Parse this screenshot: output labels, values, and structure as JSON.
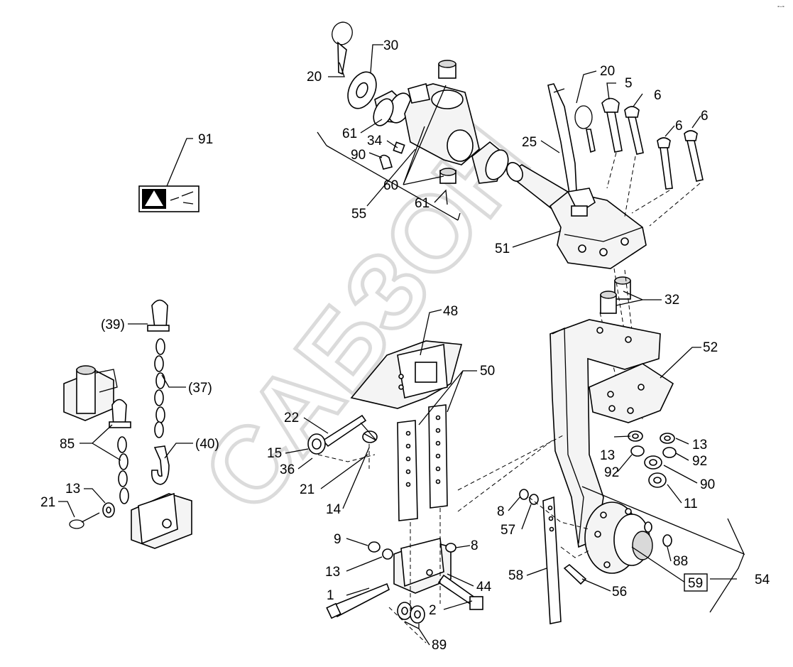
{
  "watermark": "САБЗОН",
  "labels": {
    "l20a": "20",
    "l30": "30",
    "l61a": "61",
    "l34": "34",
    "l90a": "90",
    "l60": "60",
    "l61b": "61",
    "l55": "55",
    "l20b": "20",
    "l5": "5",
    "l6a": "6",
    "l6b": "6",
    "l6c": "6",
    "l25": "25",
    "l51": "51",
    "l32": "32",
    "l91": "91",
    "l48": "48",
    "l50": "50",
    "l52": "52",
    "l39": "(39)",
    "l37": "(37)",
    "l40": "(40)",
    "l85": "85",
    "l13a": "13",
    "l21a": "21",
    "l22": "22",
    "l15": "15",
    "l36": "36",
    "l21b": "21",
    "l14": "14",
    "l13b": "13",
    "l13c": "13",
    "l92a": "92",
    "l92b": "92",
    "l90b": "90",
    "l11": "11",
    "l8a": "8",
    "l57": "57",
    "l9": "9",
    "l8b": "8",
    "l13d": "13",
    "l44": "44",
    "l58": "58",
    "l88": "88",
    "l59": "59",
    "l54": "54",
    "l56": "56",
    "l1": "1",
    "l2": "2",
    "l89": "89"
  }
}
